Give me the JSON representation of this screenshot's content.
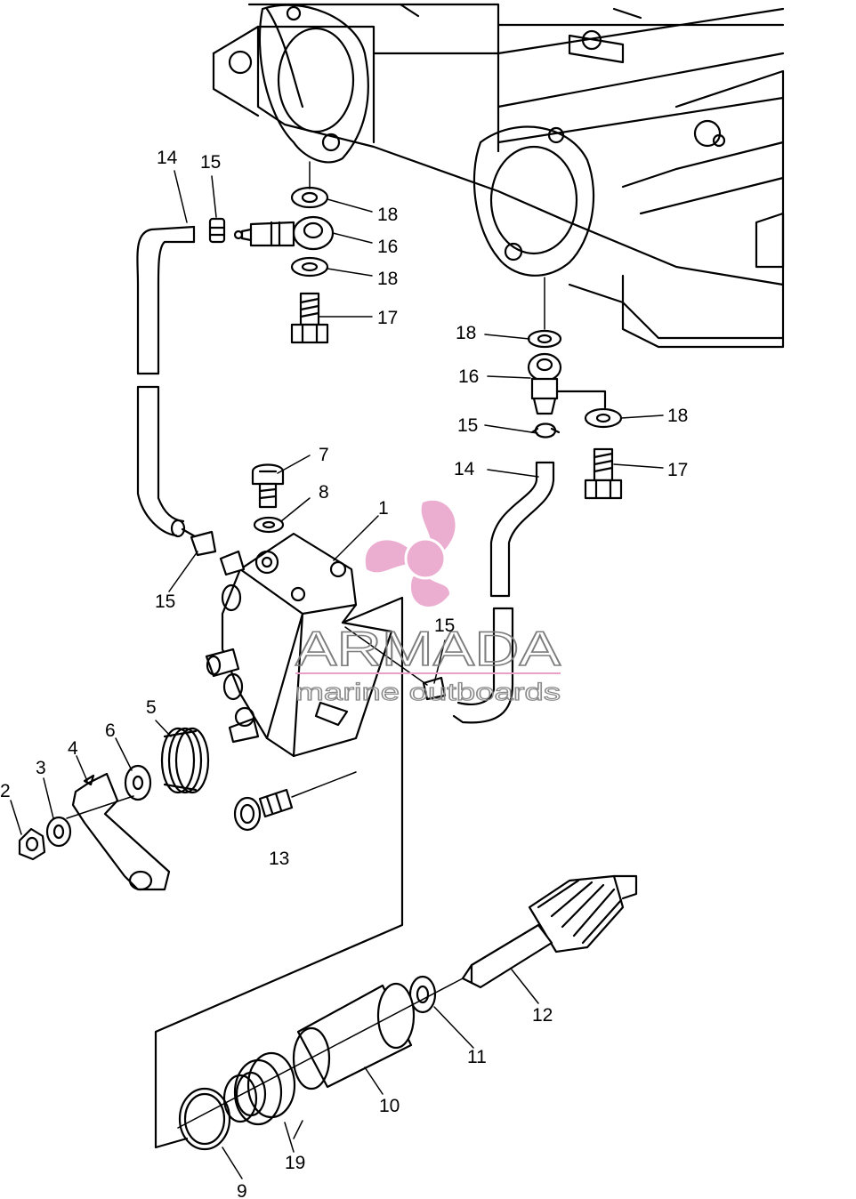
{
  "diagram": {
    "kind": "exploded parts diagram",
    "callouts": [
      {
        "id": "c1",
        "text": "1"
      },
      {
        "id": "c2",
        "text": "2"
      },
      {
        "id": "c3",
        "text": "3"
      },
      {
        "id": "c4",
        "text": "4"
      },
      {
        "id": "c5",
        "text": "5"
      },
      {
        "id": "c6",
        "text": "6"
      },
      {
        "id": "c7",
        "text": "7"
      },
      {
        "id": "c8",
        "text": "8"
      },
      {
        "id": "c9",
        "text": "9"
      },
      {
        "id": "c10",
        "text": "10"
      },
      {
        "id": "c11",
        "text": "11"
      },
      {
        "id": "c12",
        "text": "12"
      },
      {
        "id": "c13",
        "text": "13"
      },
      {
        "id": "c14a",
        "text": "14"
      },
      {
        "id": "c14b",
        "text": "14"
      },
      {
        "id": "c15a",
        "text": "15"
      },
      {
        "id": "c15b",
        "text": "15"
      },
      {
        "id": "c15c",
        "text": "15"
      },
      {
        "id": "c15d",
        "text": "15"
      },
      {
        "id": "c16a",
        "text": "16"
      },
      {
        "id": "c16b",
        "text": "16"
      },
      {
        "id": "c17a",
        "text": "17"
      },
      {
        "id": "c17b",
        "text": "17"
      },
      {
        "id": "c18a",
        "text": "18"
      },
      {
        "id": "c18b",
        "text": "18"
      },
      {
        "id": "c18c",
        "text": "18"
      },
      {
        "id": "c18d",
        "text": "18"
      },
      {
        "id": "c19",
        "text": "19"
      }
    ]
  },
  "watermark": {
    "brand": "ARMADA",
    "tagline": "marine outboards",
    "logo_color": "#e9a0c8",
    "text_color": "#7d7d7d"
  }
}
